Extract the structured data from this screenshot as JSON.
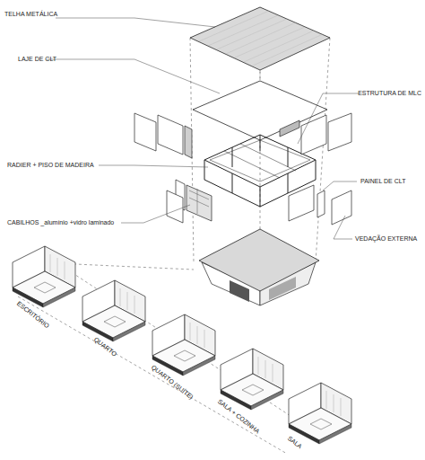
{
  "diagram": {
    "labels": [
      "TELHA METÁLICA",
      "LAJE DE CLT",
      "ESTRUTURA DE MLC",
      "RADIER + PISO DE MADEIRA",
      "PAINEL DE CLT",
      "CABILHOS _alumínio +vidro laminado",
      "VEDAÇÃO EXTERNA",
      "ESCRITÓRIO",
      "QUARTO",
      "QUARTO (SUÍTE)",
      "SALA + COZINHA",
      "SALA"
    ]
  }
}
